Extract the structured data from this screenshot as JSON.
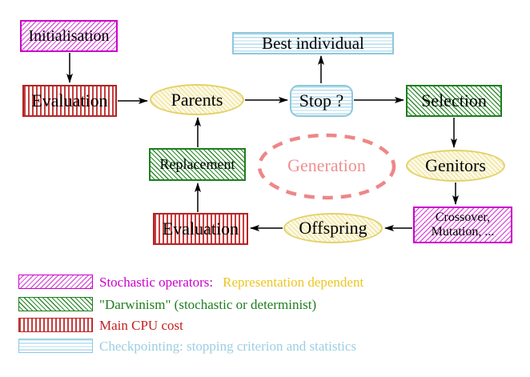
{
  "nodes": {
    "initialisation": "Initialisation",
    "evaluation_top": "Evaluation",
    "parents": "Parents",
    "best_individual": "Best individual",
    "stop": "Stop ?",
    "selection": "Selection",
    "genitors": "Genitors",
    "crossover_line1": "Crossover,",
    "crossover_line2": "Mutation, ...",
    "offspring": "Offspring",
    "evaluation_bottom": "Evaluation",
    "replacement": "Replacement",
    "generation": "Generation"
  },
  "legend": {
    "stochastic_label": "Stochastic operators:",
    "stochastic_note": "Representation dependent",
    "darwinism": "\"Darwinism\" (stochastic or determinist)",
    "cpu": "Main CPU cost",
    "checkpointing": "Checkpointing: stopping criterion and statistics"
  },
  "colors": {
    "magenta": "#cc00cc",
    "green": "#1e7e1e",
    "red": "#c32020",
    "cyan_text": "#9bcfe2",
    "yellow_border": "#e3d269",
    "gold_text": "#edc520",
    "salmon": "#ee8787"
  }
}
